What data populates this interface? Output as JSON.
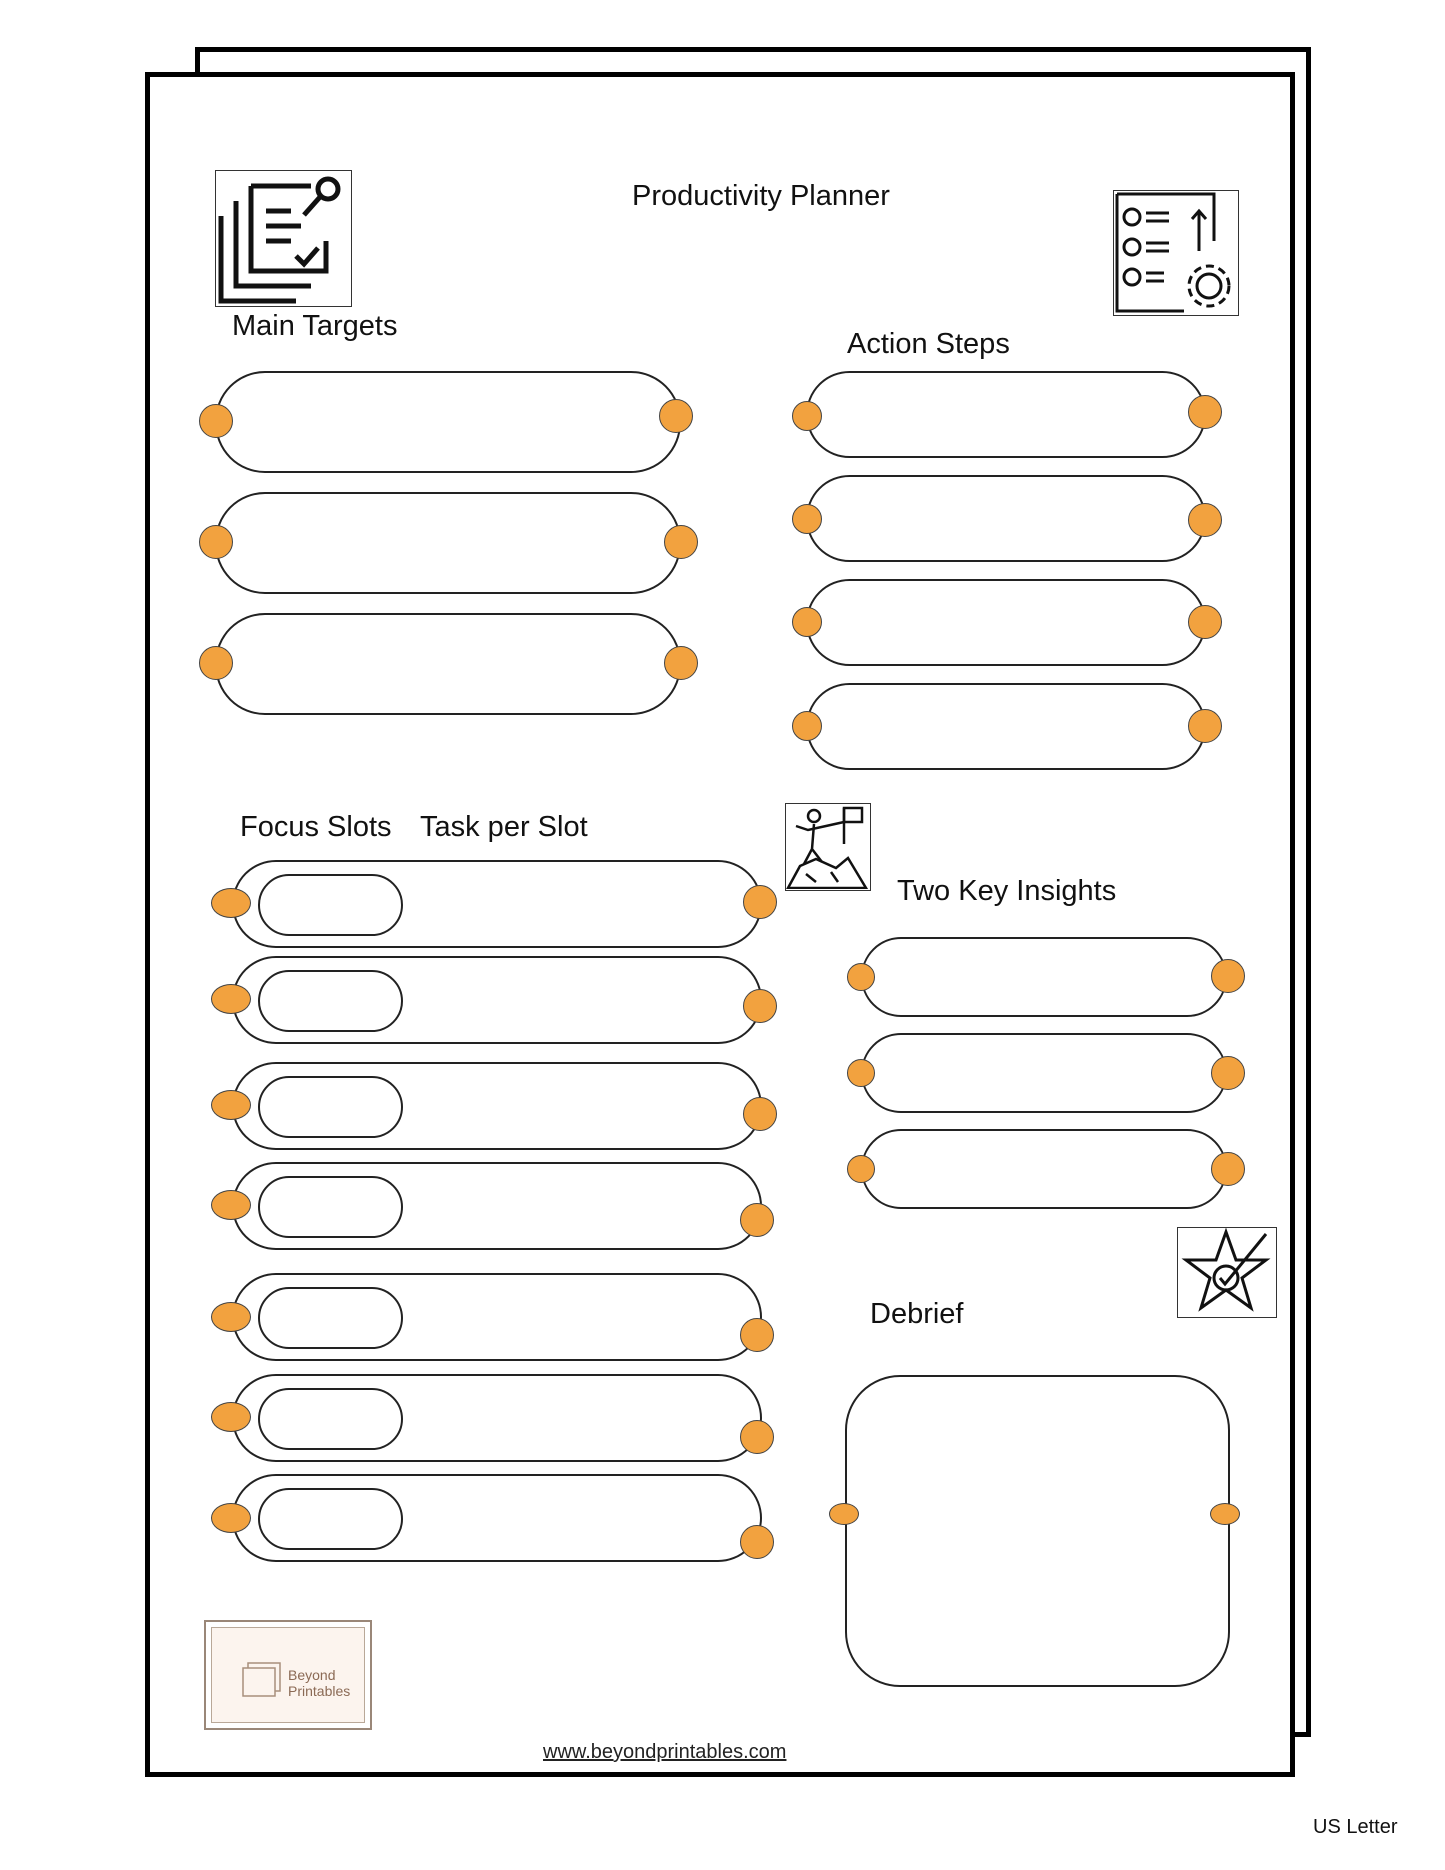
{
  "title": "Productivity Planner",
  "sections": {
    "main_targets": "Main Targets",
    "action_steps": "Action Steps",
    "focus_slots": "Focus Slots",
    "task_per_slot": "Task per Slot",
    "two_key_insights": "Two Key Insights",
    "debrief": "Debrief"
  },
  "logo": {
    "line1": "Beyond",
    "line2": "Printables"
  },
  "footer_url": "www.beyondprintables.com",
  "size_label": "US Letter",
  "colors": {
    "accent": "#f2a23f",
    "outline": "#222222",
    "logo_text": "#8b6a55"
  },
  "icons": [
    "clipboard-checklist-icon",
    "numbered-list-gear-icon",
    "climber-summit-flag-icon",
    "star-check-icon"
  ]
}
